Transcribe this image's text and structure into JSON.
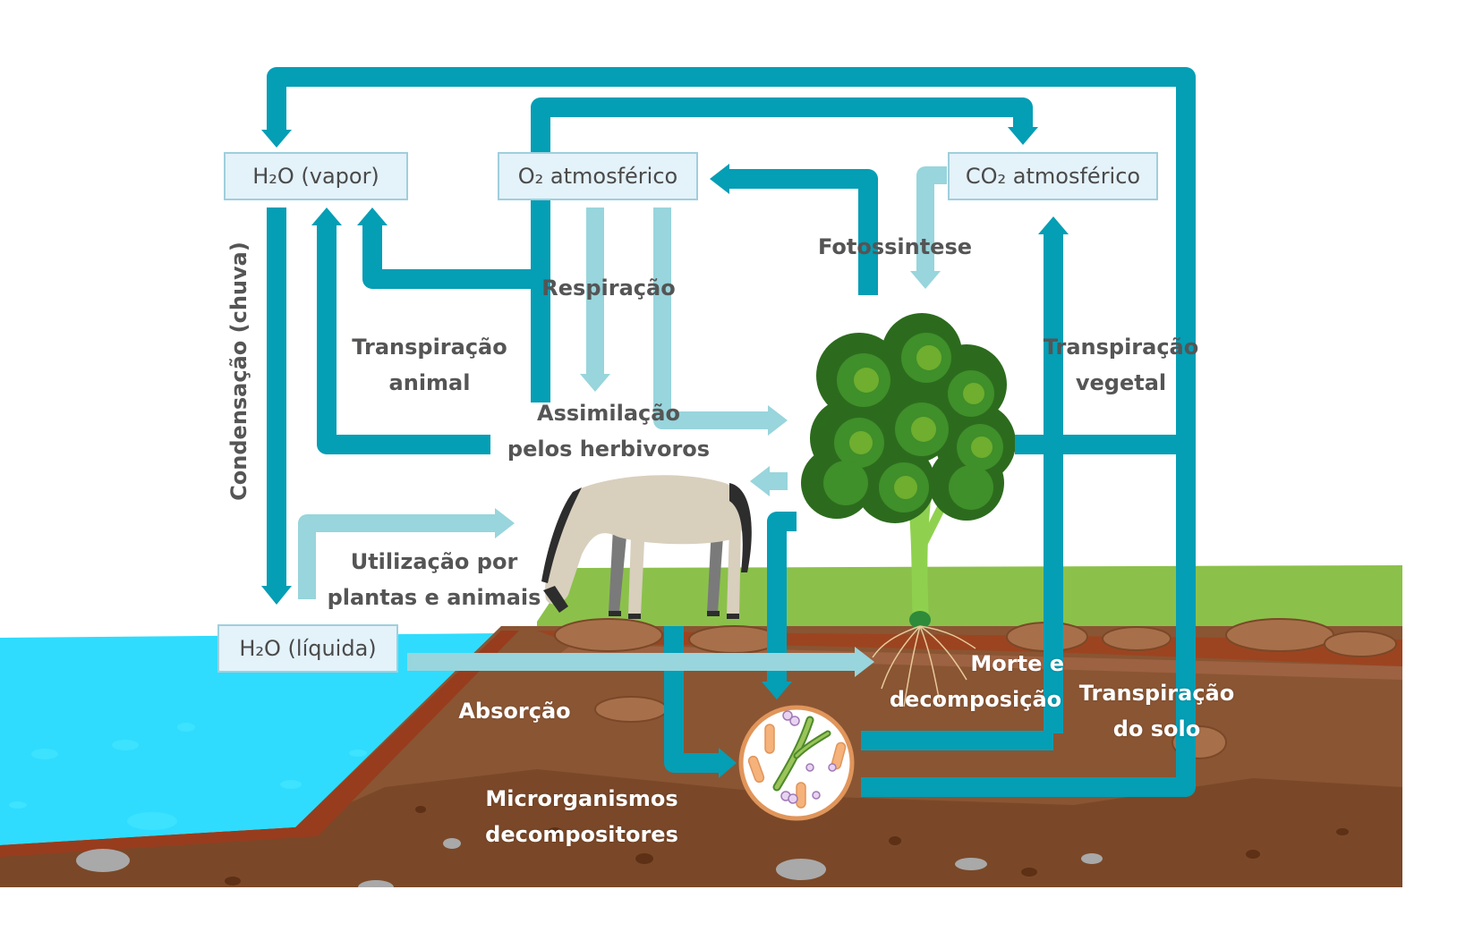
{
  "diagram": {
    "title": "Ciclo da água, do oxigênio e do carbono",
    "colors": {
      "dark_arrow": "#049eb5",
      "light_arrow": "#98d5dc",
      "box_fill": "#e4f2fa",
      "box_border": "#9fcfdc",
      "label_text": "#555555",
      "water": "#2fdcfd",
      "grass": "#8bc14a",
      "soil": "#8a5533",
      "soil_edge": "#983c1e"
    },
    "nodes": {
      "h2o_vapor": "H₂O (vapor)",
      "o2_atmosferico": "O₂ atmosférico",
      "co2_atmosferico": "CO₂ atmosférico",
      "h2o_liquida": "H₂O (líquida)"
    },
    "labels": {
      "condensacao": "Condensação (chuva)",
      "transpiracao_animal_1": "Transpiração",
      "transpiracao_animal_2": "animal",
      "respiracao": "Respiração",
      "assimilacao_1": "Assimilação",
      "assimilacao_2": "pelos herbivoros",
      "fotossintese": "Fotossintese",
      "transpiracao_vegetal_1": "Transpiração",
      "transpiracao_vegetal_2": "vegetal",
      "utilizacao_1": "Utilização por",
      "utilizacao_2": "plantas e animais",
      "absorcao": "Absorção",
      "morte_1": "Morte e",
      "morte_2": "decomposição",
      "transpiracao_solo_1": "Transpiração",
      "transpiracao_solo_2": "do solo",
      "micro_1": "Microrganismos",
      "micro_2": "decompositores"
    },
    "illustrations": [
      "horse",
      "tree",
      "microorganisms-circle",
      "lake",
      "soil-layers",
      "grass"
    ]
  }
}
